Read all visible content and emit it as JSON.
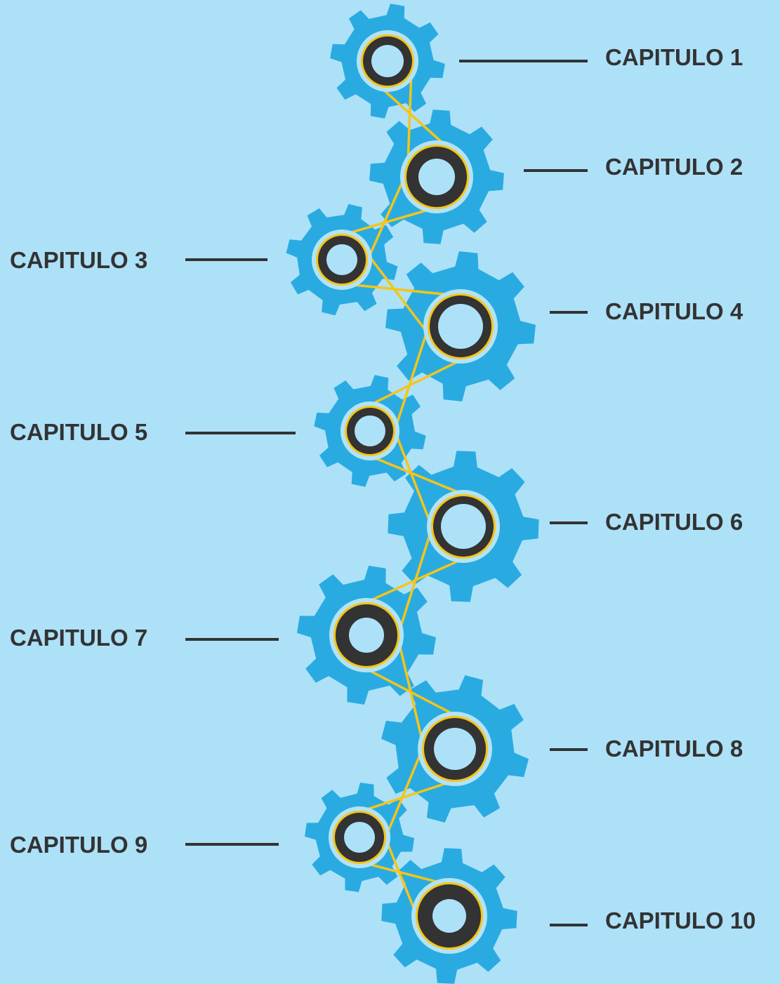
{
  "colors": {
    "background": "#ade1f8",
    "gear": "#29abe2",
    "gear_outline": "#1f93c6",
    "hub_halo": "#b3e3f5",
    "hub_ring": "#333333",
    "hub_center": "#ade1f8",
    "belt": "#f5c518",
    "connector_line": "#333333",
    "label_text": "#333333"
  },
  "chapters": [
    {
      "label": "CAPITULO 1",
      "icon": "gear-icon",
      "side": "right"
    },
    {
      "label": "CAPITULO 2",
      "icon": "gear-icon",
      "side": "right"
    },
    {
      "label": "CAPITULO 3",
      "icon": "gear-icon",
      "side": "left"
    },
    {
      "label": "CAPITULO 4",
      "icon": "gear-icon",
      "side": "right"
    },
    {
      "label": "CAPITULO 5",
      "icon": "gear-icon",
      "side": "left"
    },
    {
      "label": "CAPITULO 6",
      "icon": "gear-icon",
      "side": "right"
    },
    {
      "label": "CAPITULO 7",
      "icon": "gear-icon",
      "side": "left"
    },
    {
      "label": "CAPITULO 8",
      "icon": "gear-icon",
      "side": "right"
    },
    {
      "label": "CAPITULO 9",
      "icon": "gear-icon",
      "side": "left"
    },
    {
      "label": "CAPITULO 10",
      "icon": "gear-icon",
      "side": "right"
    }
  ]
}
